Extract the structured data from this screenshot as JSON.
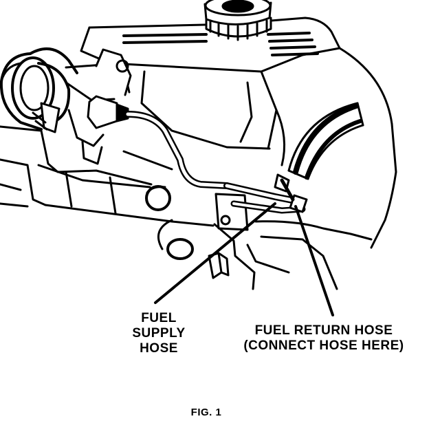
{
  "labels": {
    "fuel_supply_hose": [
      "FUEL",
      "SUPPLY",
      "HOSE"
    ],
    "fuel_return_hose": [
      "FUEL RETURN HOSE",
      "(CONNECT HOSE HERE)"
    ]
  },
  "caption": "FIG. 1",
  "colors": {
    "ink": "#000000",
    "paper": "#ffffff"
  }
}
